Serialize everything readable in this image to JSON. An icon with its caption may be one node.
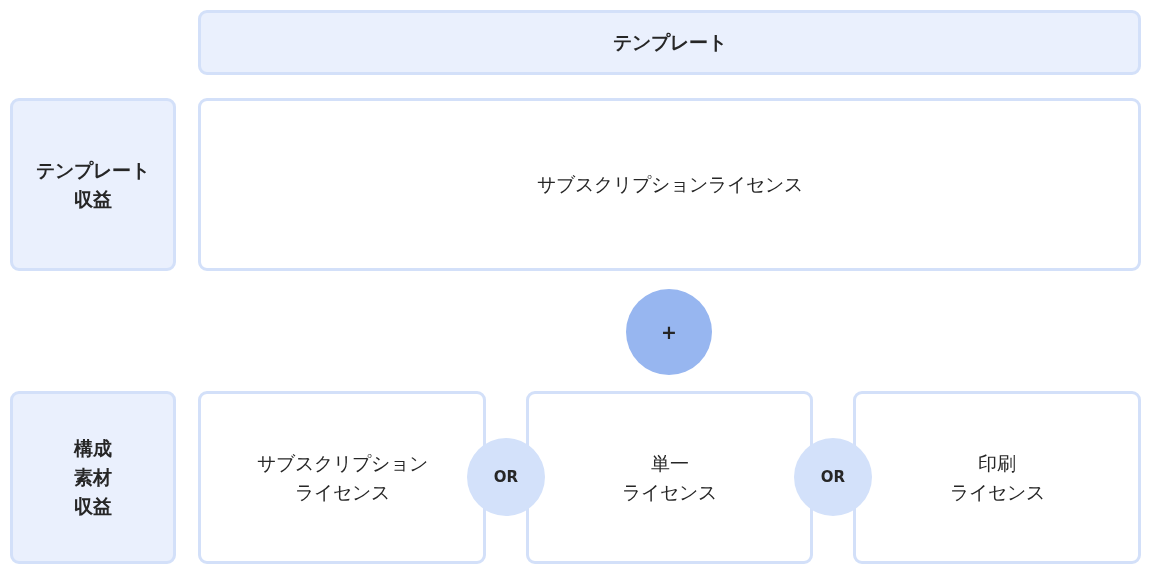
{
  "diagram": {
    "nodes": [
      {
        "text": [
          "テンプレート"
        ]
      },
      {
        "text": [
          "テンプレート収益"
        ]
      },
      {
        "text": [
          "サブスクリプションライセンス"
        ]
      },
      {
        "text": [
          "+"
        ]
      },
      {
        "text": [
          "構成素材収益"
        ]
      },
      {
        "text": [
          "サブスクリプションライセンス"
        ]
      },
      {
        "text": [
          "OR"
        ]
      },
      {
        "text": [
          "単一ライセンス"
        ]
      },
      {
        "text": [
          "OR"
        ]
      },
      {
        "text": [
          "印刷ライセンス"
        ]
      }
    ]
  }
}
